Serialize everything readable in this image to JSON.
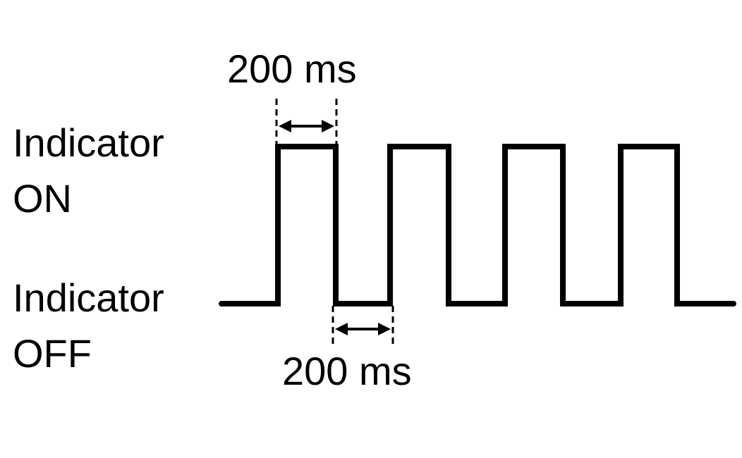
{
  "states": {
    "on_line1": "Indicator",
    "on_line2": "ON",
    "off_line1": "Indicator",
    "off_line2": "OFF"
  },
  "durations": {
    "on_pulse": "200 ms",
    "off_gap": "200 ms"
  },
  "colors": {
    "ink": "#000000",
    "background": "#ffffff"
  }
}
